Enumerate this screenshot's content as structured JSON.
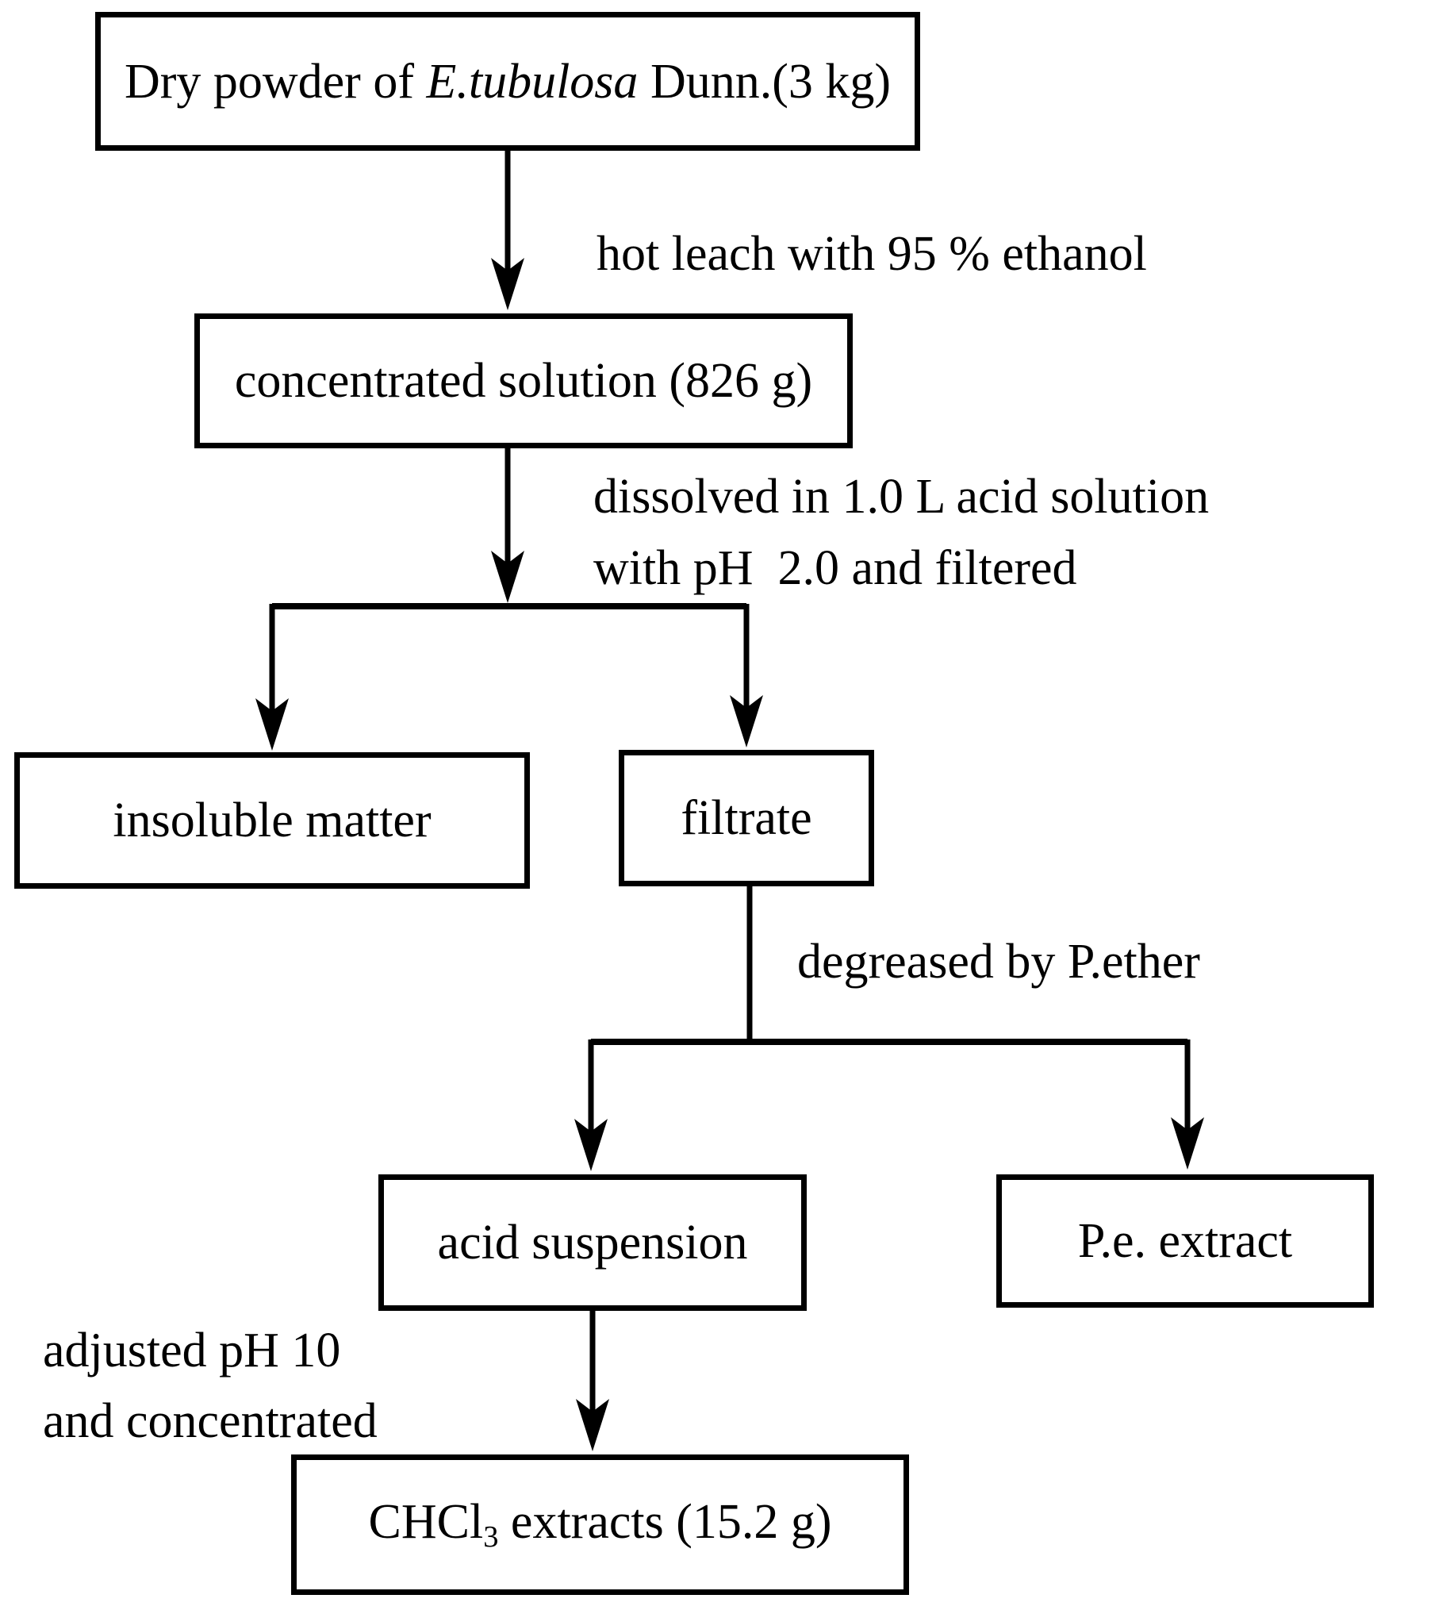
{
  "colors": {
    "ink": "#000000",
    "background": "#ffffff"
  },
  "diagram": {
    "type": "flowchart",
    "nodes": {
      "dry_powder": {
        "prefix": "Dry powder of ",
        "species": "E.tubulosa",
        "suffix": " Dunn.(3 kg)"
      },
      "concentrated": {
        "label": "concentrated solution (826 g)"
      },
      "insoluble": {
        "label": "insoluble matter"
      },
      "filtrate": {
        "label": "filtrate"
      },
      "acid_suspension": {
        "label": "acid suspension"
      },
      "pe_extract": {
        "label": "P.e. extract"
      },
      "chcl3_extracts": {
        "prefix": "CHCl",
        "sub": "3",
        "suffix": " extracts (15.2 g)"
      }
    },
    "edge_labels": {
      "hot_leach": "hot leach with 95 % ethanol",
      "dissolved_line1": "dissolved in 1.0 L acid solution",
      "dissolved_line2": "with pH  2.0 and filtered",
      "degreased": "degreased by P.ether",
      "adjusted_line1": "adjusted pH 10",
      "adjusted_line2": "and concentrated"
    }
  }
}
